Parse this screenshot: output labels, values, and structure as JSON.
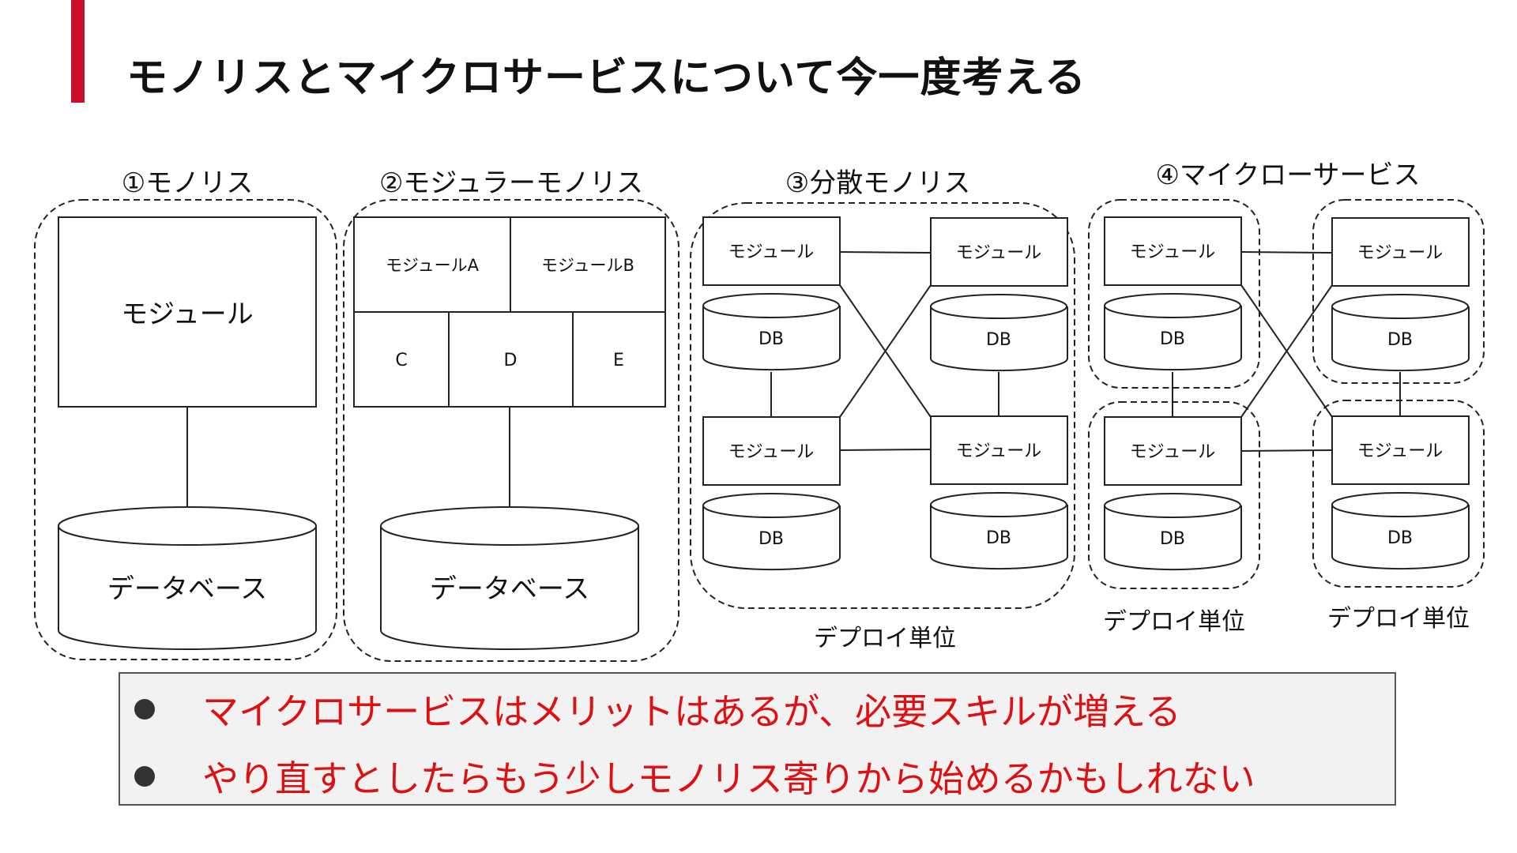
{
  "slide": {
    "title": "モノリスとマイクロサービスについて今一度考える",
    "accent_color": "#c8102e",
    "note_color": "#dd1111"
  },
  "sections": {
    "monolith": {
      "label": "①モノリス",
      "module": "モジュール",
      "database": "データベース"
    },
    "modular_monolith": {
      "label": "②モジュラーモノリス",
      "module_a": "モジュールA",
      "module_b": "モジュールB",
      "module_c": "C",
      "module_d": "D",
      "module_e": "E",
      "database": "データベース"
    },
    "distributed_monolith": {
      "label": "③分散モノリス",
      "module": "モジュール",
      "db": "DB",
      "deploy_unit": "デプロイ単位"
    },
    "microservices": {
      "label": "④マイクローサービス",
      "module": "モジュール",
      "db": "DB",
      "deploy_unit": "デプロイ単位"
    }
  },
  "notes": [
    "マイクロサービスはメリットはあるが、必要スキルが増える",
    "やり直すとしたらもう少しモノリス寄りから始めるかもしれない"
  ]
}
